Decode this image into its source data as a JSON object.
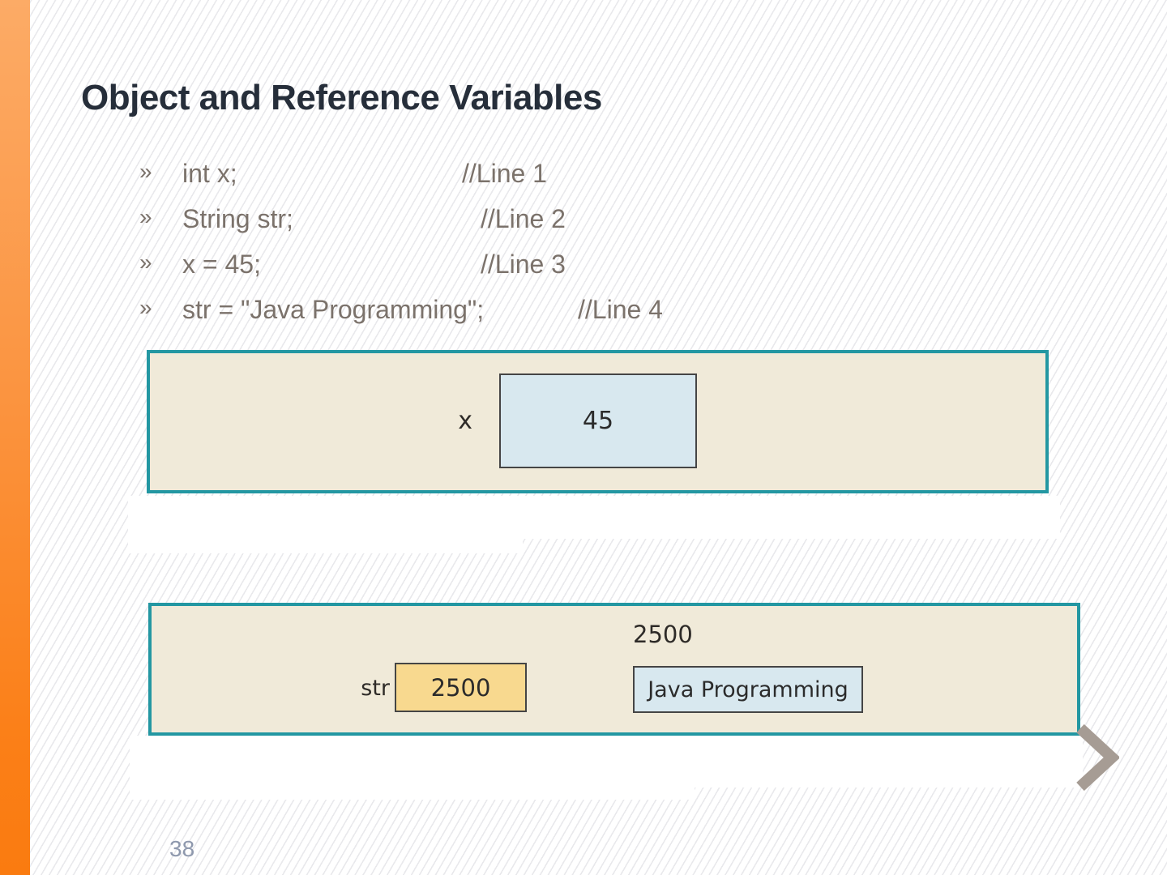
{
  "slide": {
    "title": "Object and Reference Variables",
    "page_number": "38",
    "bullets": [
      {
        "marker": "»",
        "code": "int x;",
        "comment": "//Line 1"
      },
      {
        "marker": "»",
        "code": "String str;",
        "comment": "//Line 2"
      },
      {
        "marker": "»",
        "code": "x = 45;",
        "comment": "//Line 3"
      },
      {
        "marker": "»",
        "code": "str = \"Java Programming\";",
        "comment": "//Line 4"
      }
    ],
    "figure_int": {
      "label": "x",
      "value": "45"
    },
    "figure_str": {
      "address": "2500",
      "label": "str",
      "reference": "2500",
      "object": "Java Programming"
    },
    "icons": {
      "next": "chevron-right-icon"
    },
    "colors": {
      "accent_orange_top": "#fcab66",
      "accent_orange_bottom": "#fa7b10",
      "panel_border_teal": "#2397a2",
      "panel_fill_beige": "#f0ead9",
      "value_box_blue": "#d8e8ef",
      "reference_box_yellow": "#f8d98f",
      "title_text": "#262e3a",
      "body_text": "#7b726b",
      "page_number_text": "#8e98ad",
      "chevron_gray": "#a69c94"
    }
  }
}
